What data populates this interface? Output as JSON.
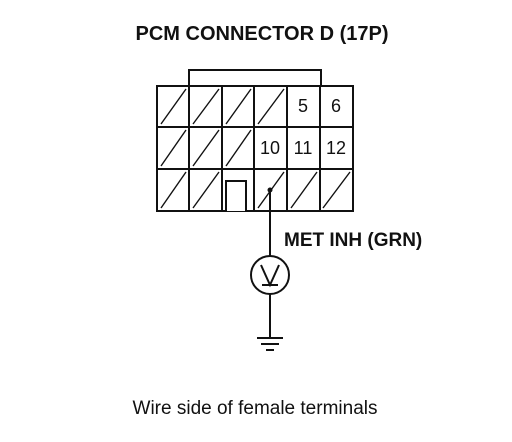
{
  "title": "PCM CONNECTOR D (17P)",
  "wire_label": "MET INH (GRN)",
  "caption": "Wire side of female terminals",
  "terminals": {
    "row1": [
      "5",
      "6"
    ],
    "row2": [
      "10",
      "11",
      "12"
    ]
  },
  "meter_symbol": "V"
}
